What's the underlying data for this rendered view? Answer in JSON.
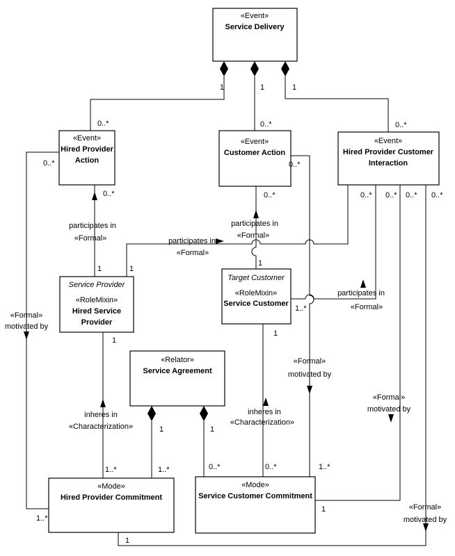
{
  "classes": {
    "service_delivery": {
      "stereotype": "«Event»",
      "name": "Service Delivery"
    },
    "hired_provider_action": {
      "stereotype": "«Event»",
      "name_line1": "Hired Provider",
      "name_line2": "Action"
    },
    "customer_action": {
      "stereotype": "«Event»",
      "name": "Customer Action"
    },
    "hpc_interaction": {
      "stereotype": "«Event»",
      "name_line1": "Hired Provider Customer",
      "name_line2": "Interaction"
    },
    "hired_service_provider": {
      "role": "Service Provider",
      "stereotype": "«RoleMixin»",
      "name_line1": "Hired Service",
      "name_line2": "Provider"
    },
    "service_customer": {
      "role": "Target Customer",
      "stereotype": "«RoleMixin»",
      "name": "Service Customer"
    },
    "service_agreement": {
      "stereotype": "«Relator»",
      "name": "Service Agreement"
    },
    "hp_commitment": {
      "stereotype": "«Mode»",
      "name": "Hired Provider Commitment"
    },
    "sc_commitment": {
      "stereotype": "«Mode»",
      "name": "Service Customer Commitment"
    }
  },
  "labels": {
    "participates_in": "participates in",
    "formal": "«Formal»",
    "motivated_by": "motivated by",
    "inheres_in": "inheres in",
    "characterization": "«Characterization»"
  },
  "multiplicities": {
    "one": "1",
    "zero_many": "0..*",
    "one_many": "1..*"
  }
}
